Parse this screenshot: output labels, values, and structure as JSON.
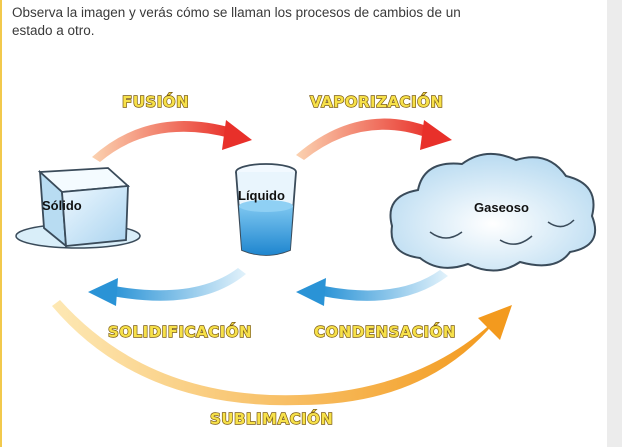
{
  "intro_text": "Observa la imagen y verás cómo se llaman los procesos de cambios de un estado a otro.",
  "states": {
    "solid": "Sólido",
    "liquid": "Líquido",
    "gas": "Gaseoso"
  },
  "processes": {
    "fusion": "FUSIÓN",
    "vaporization": "VAPORIZACIÓN",
    "solidification": "SOLIDIFICACIÓN",
    "condensation": "CONDENSACIÓN",
    "sublimation": "SUBLIMACIÓN"
  },
  "colors": {
    "warm_arrow_start": "#f6a56a",
    "warm_arrow_end": "#e8302a",
    "cool_arrow_start": "#d6ecf8",
    "cool_arrow_end": "#2a93d6",
    "sublimation_start": "#fbe3a0",
    "sublimation_end": "#f39a1e",
    "label_fill": "#f7e14a",
    "label_outline": "#7a5a12",
    "ice": "#cfe8f7",
    "water": "#3aa4e0",
    "cloud": "#cfe7f7"
  }
}
